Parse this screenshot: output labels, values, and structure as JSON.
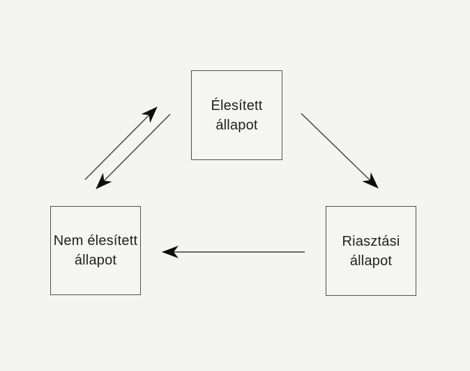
{
  "diagram": {
    "type": "state-diagram",
    "language": "hu",
    "colors": {
      "background": "#f4f4f2",
      "box_border": "#4f4f4f",
      "arrow_line": "#3d3d3d",
      "arrow_head": "#0d0d0d",
      "text": "#212121"
    },
    "nodes": [
      {
        "id": "armed",
        "line1": "Élesített",
        "line2": "állapot"
      },
      {
        "id": "disarmed",
        "line1": "Nem élesített",
        "line2": "állapot"
      },
      {
        "id": "alarm",
        "line1": "Riasztási",
        "line2": "állapot"
      }
    ],
    "edges": [
      {
        "from": "disarmed",
        "to": "armed",
        "style": "diagonal-up-right"
      },
      {
        "from": "armed",
        "to": "disarmed",
        "style": "diagonal-down-left"
      },
      {
        "from": "armed",
        "to": "alarm",
        "style": "diagonal-down-right"
      },
      {
        "from": "alarm",
        "to": "disarmed",
        "style": "horizontal-left"
      }
    ]
  }
}
